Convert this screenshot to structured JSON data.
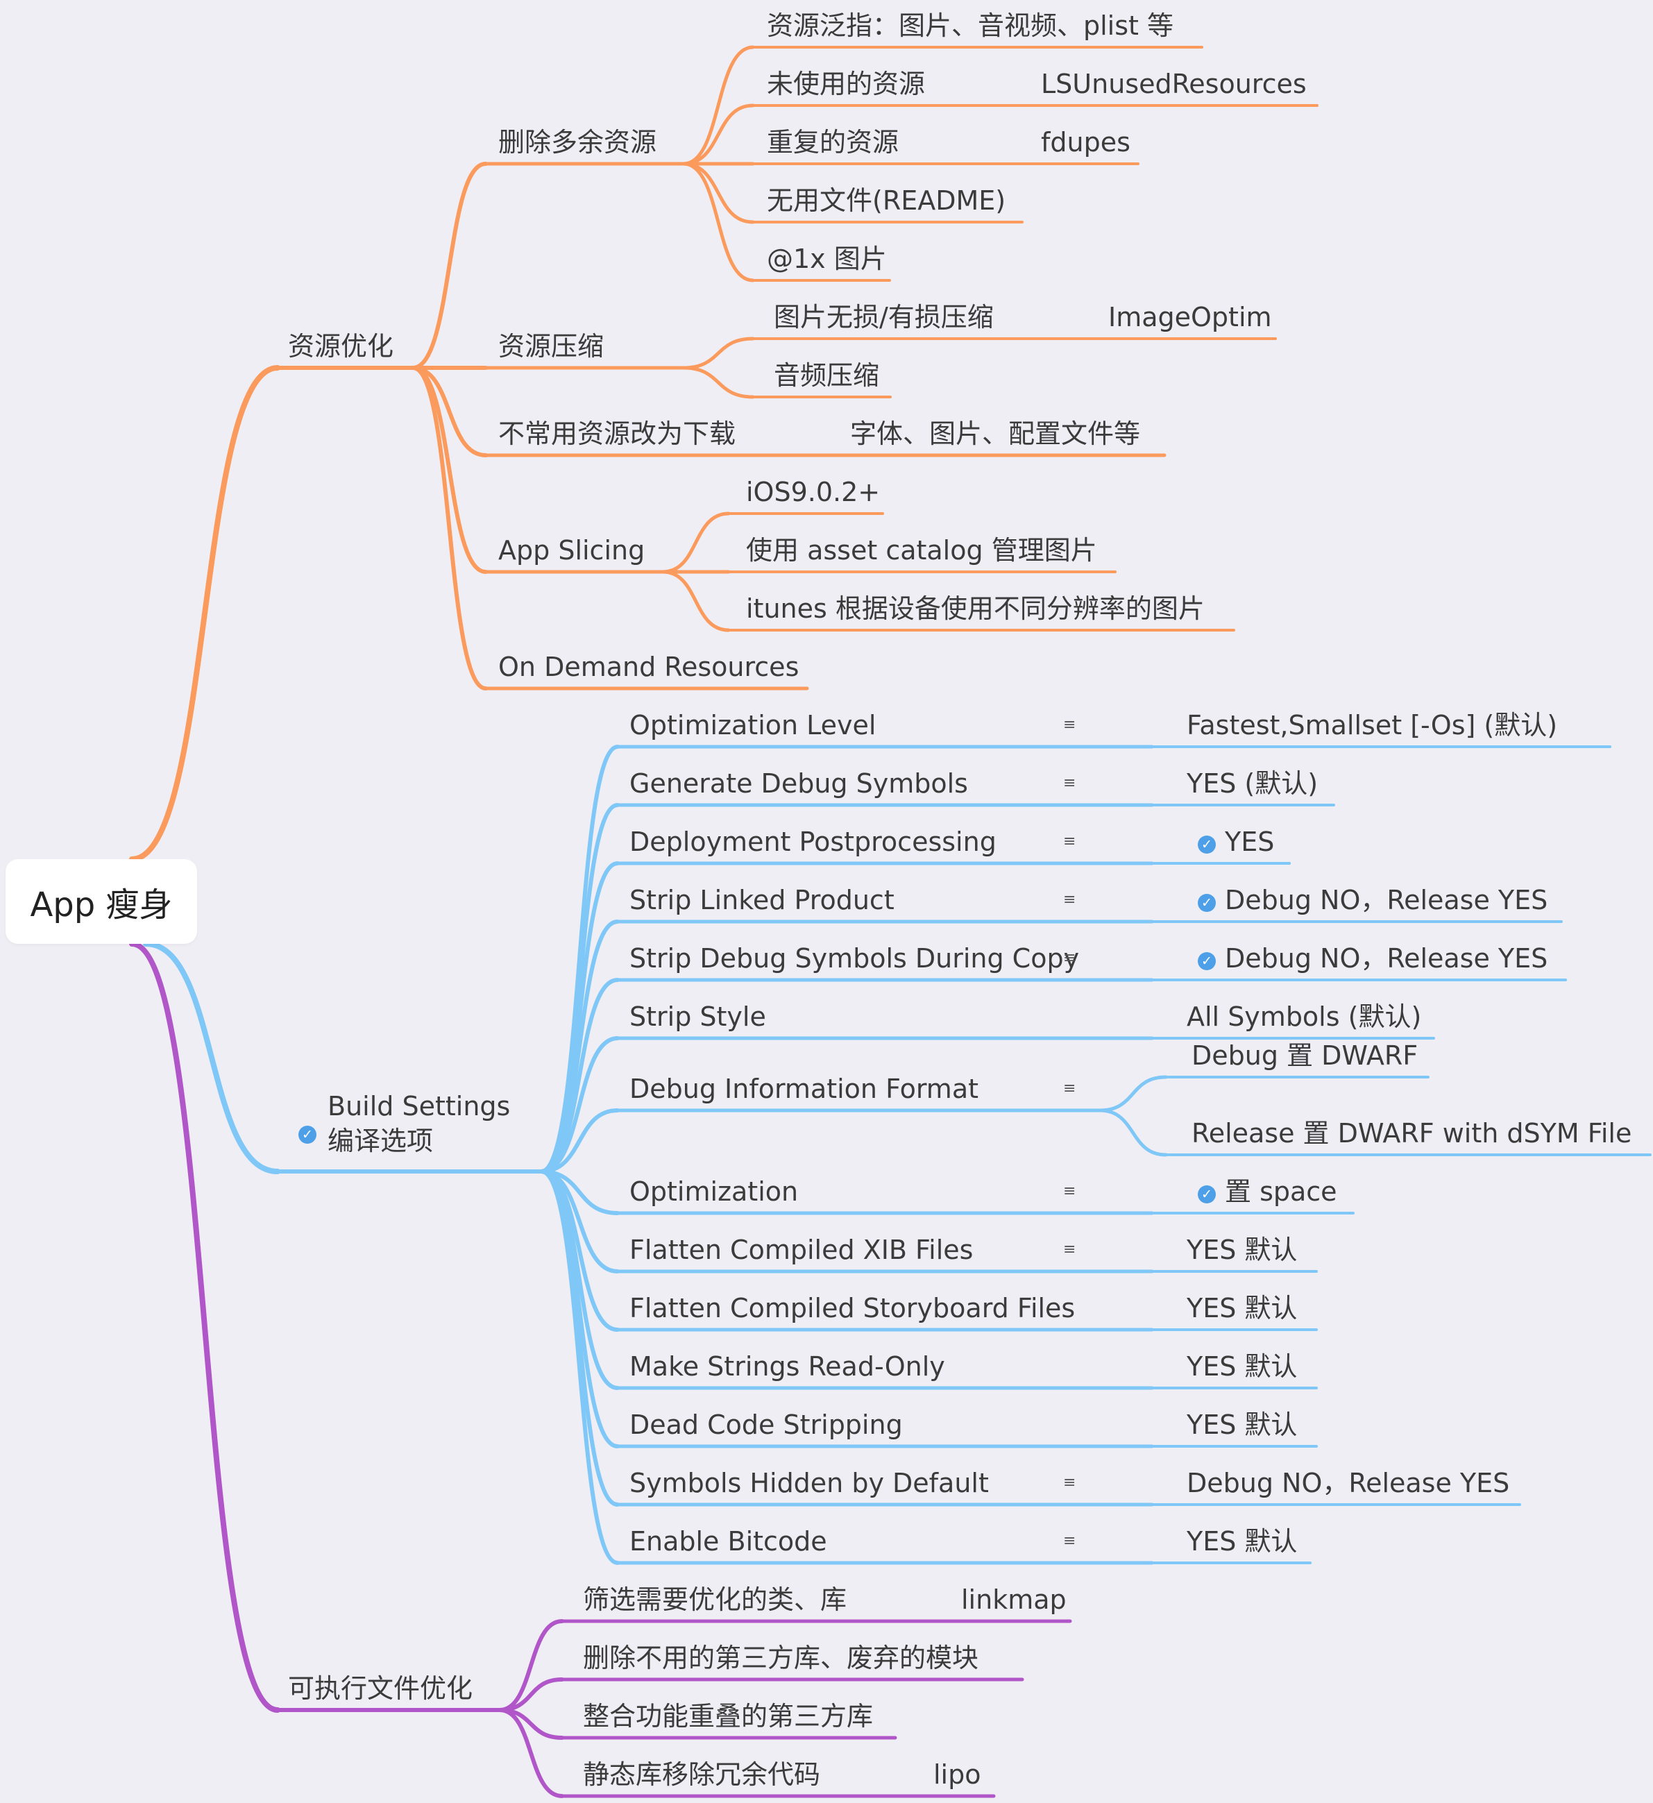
{
  "colors": {
    "background": "#efeef4",
    "resource_branch": "#fb9a5d",
    "build_branch": "#7ec7f7",
    "binary_branch": "#b156c8",
    "check_icon": "#4da0e8"
  },
  "root": {
    "label": "App 瘦身"
  },
  "branches": {
    "resources": {
      "label": "资源优化",
      "delete": {
        "label": "删除多余资源",
        "items": [
          "资源泛指：图片、音视频、plist 等",
          "未使用的资源",
          "LSUnusedResources",
          "重复的资源",
          "fdupes",
          "无用文件(README)",
          "@1x 图片"
        ]
      },
      "compress": {
        "label": "资源压缩",
        "items": [
          "图片无损/有损压缩",
          "ImageOptim",
          "音频压缩"
        ]
      },
      "download": {
        "label": "不常用资源改为下载",
        "detail": "字体、图片、配置文件等"
      },
      "slicing": {
        "label": "App Slicing",
        "items": [
          "iOS9.0.2+",
          "使用 asset catalog 管理图片",
          "itunes 根据设备使用不同分辨率的图片"
        ]
      },
      "odr": {
        "label": "On Demand Resources"
      }
    },
    "build": {
      "label_line1": "Build Settings",
      "label_line2": "编译选项",
      "note_icon": "note-icon",
      "check_icon": "checkmark-icon",
      "settings": [
        {
          "name": "Optimization Level",
          "value": "Fastest,Smallset [-Os] (默认)"
        },
        {
          "name": "Generate Debug Symbols",
          "value": "YES (默认)"
        },
        {
          "name": "Deployment Postprocessing",
          "value": "YES"
        },
        {
          "name": "Strip Linked Product",
          "value": "Debug NO，Release YES"
        },
        {
          "name": "Strip Debug Symbols During Copy",
          "value": "Debug NO，Release YES"
        },
        {
          "name": "Strip Style",
          "value": "All Symbols (默认)"
        },
        {
          "name": "Debug Information Format",
          "value": "Debug 置 DWARF",
          "value2": "Release 置 DWARF with dSYM File"
        },
        {
          "name": "Optimization",
          "value": "置 space"
        },
        {
          "name": "Flatten Compiled XIB Files",
          "value": "YES 默认"
        },
        {
          "name": "Flatten Compiled Storyboard Files",
          "value": "YES 默认"
        },
        {
          "name": "Make Strings Read-Only",
          "value": "YES 默认"
        },
        {
          "name": "Dead Code Stripping",
          "value": "YES 默认"
        },
        {
          "name": "Symbols Hidden by Default",
          "value": "Debug NO，Release YES"
        },
        {
          "name": "Enable Bitcode",
          "value": "YES 默认"
        }
      ]
    },
    "binary": {
      "label": "可执行文件优化",
      "items": [
        {
          "label": "筛选需要优化的类、库",
          "tool": "linkmap"
        },
        {
          "label": "删除不用的第三方库、废弃的模块",
          "tool": ""
        },
        {
          "label": "整合功能重叠的第三方库",
          "tool": ""
        },
        {
          "label": "静态库移除冗余代码",
          "tool": "lipo"
        }
      ]
    }
  }
}
